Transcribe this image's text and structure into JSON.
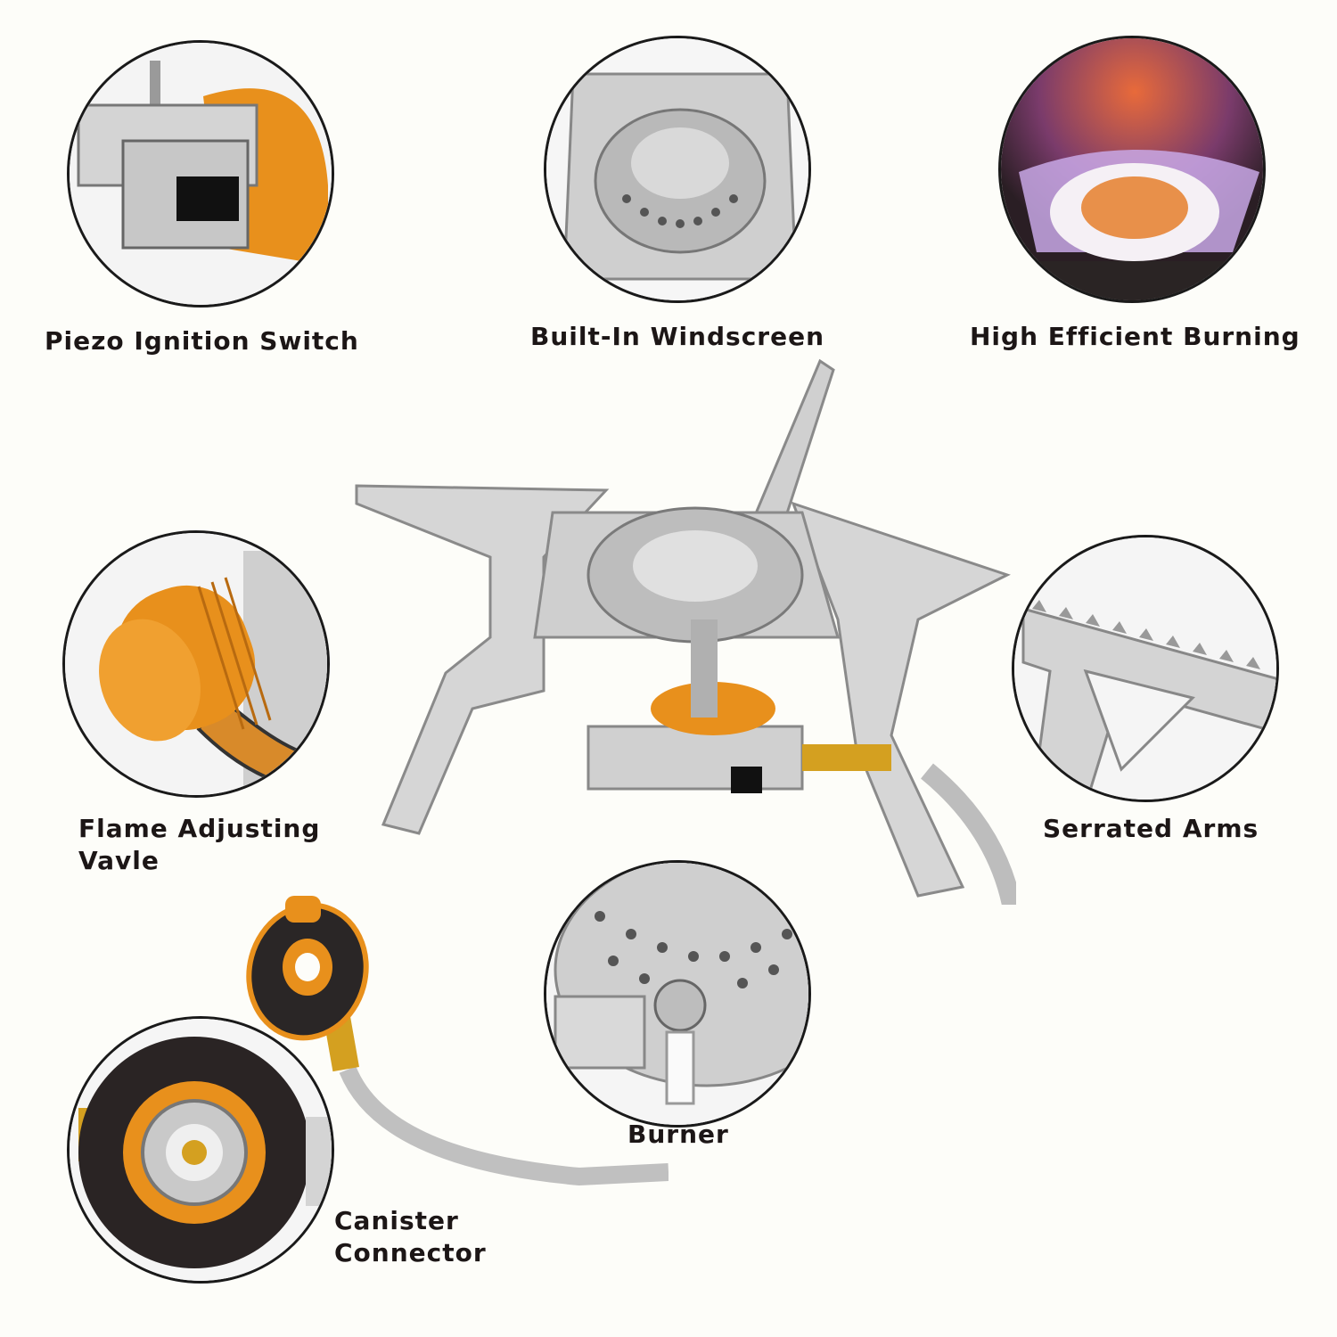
{
  "features": [
    {
      "id": "piezo",
      "label": "Piezo Ignition Switch"
    },
    {
      "id": "windscreen",
      "label": "Built-In Windscreen"
    },
    {
      "id": "burning",
      "label": "High Efficient Burning"
    },
    {
      "id": "valve",
      "label_line1": "Flame Adjusting",
      "label_line2": "Vavle"
    },
    {
      "id": "arms",
      "label": "Serrated Arms"
    },
    {
      "id": "burner",
      "label": "Burner"
    },
    {
      "id": "connector",
      "label_line1": "Canister",
      "label_line2": "Connector"
    }
  ],
  "colors": {
    "background": "#fdfdf9",
    "metal": "#c9c9c9",
    "metal_dark": "#8e8e8e",
    "brass_orange": "#e8901c",
    "outline": "#1a1a1a",
    "flame_orange": "#e86a3a",
    "flame_purple": "#b184d6"
  }
}
